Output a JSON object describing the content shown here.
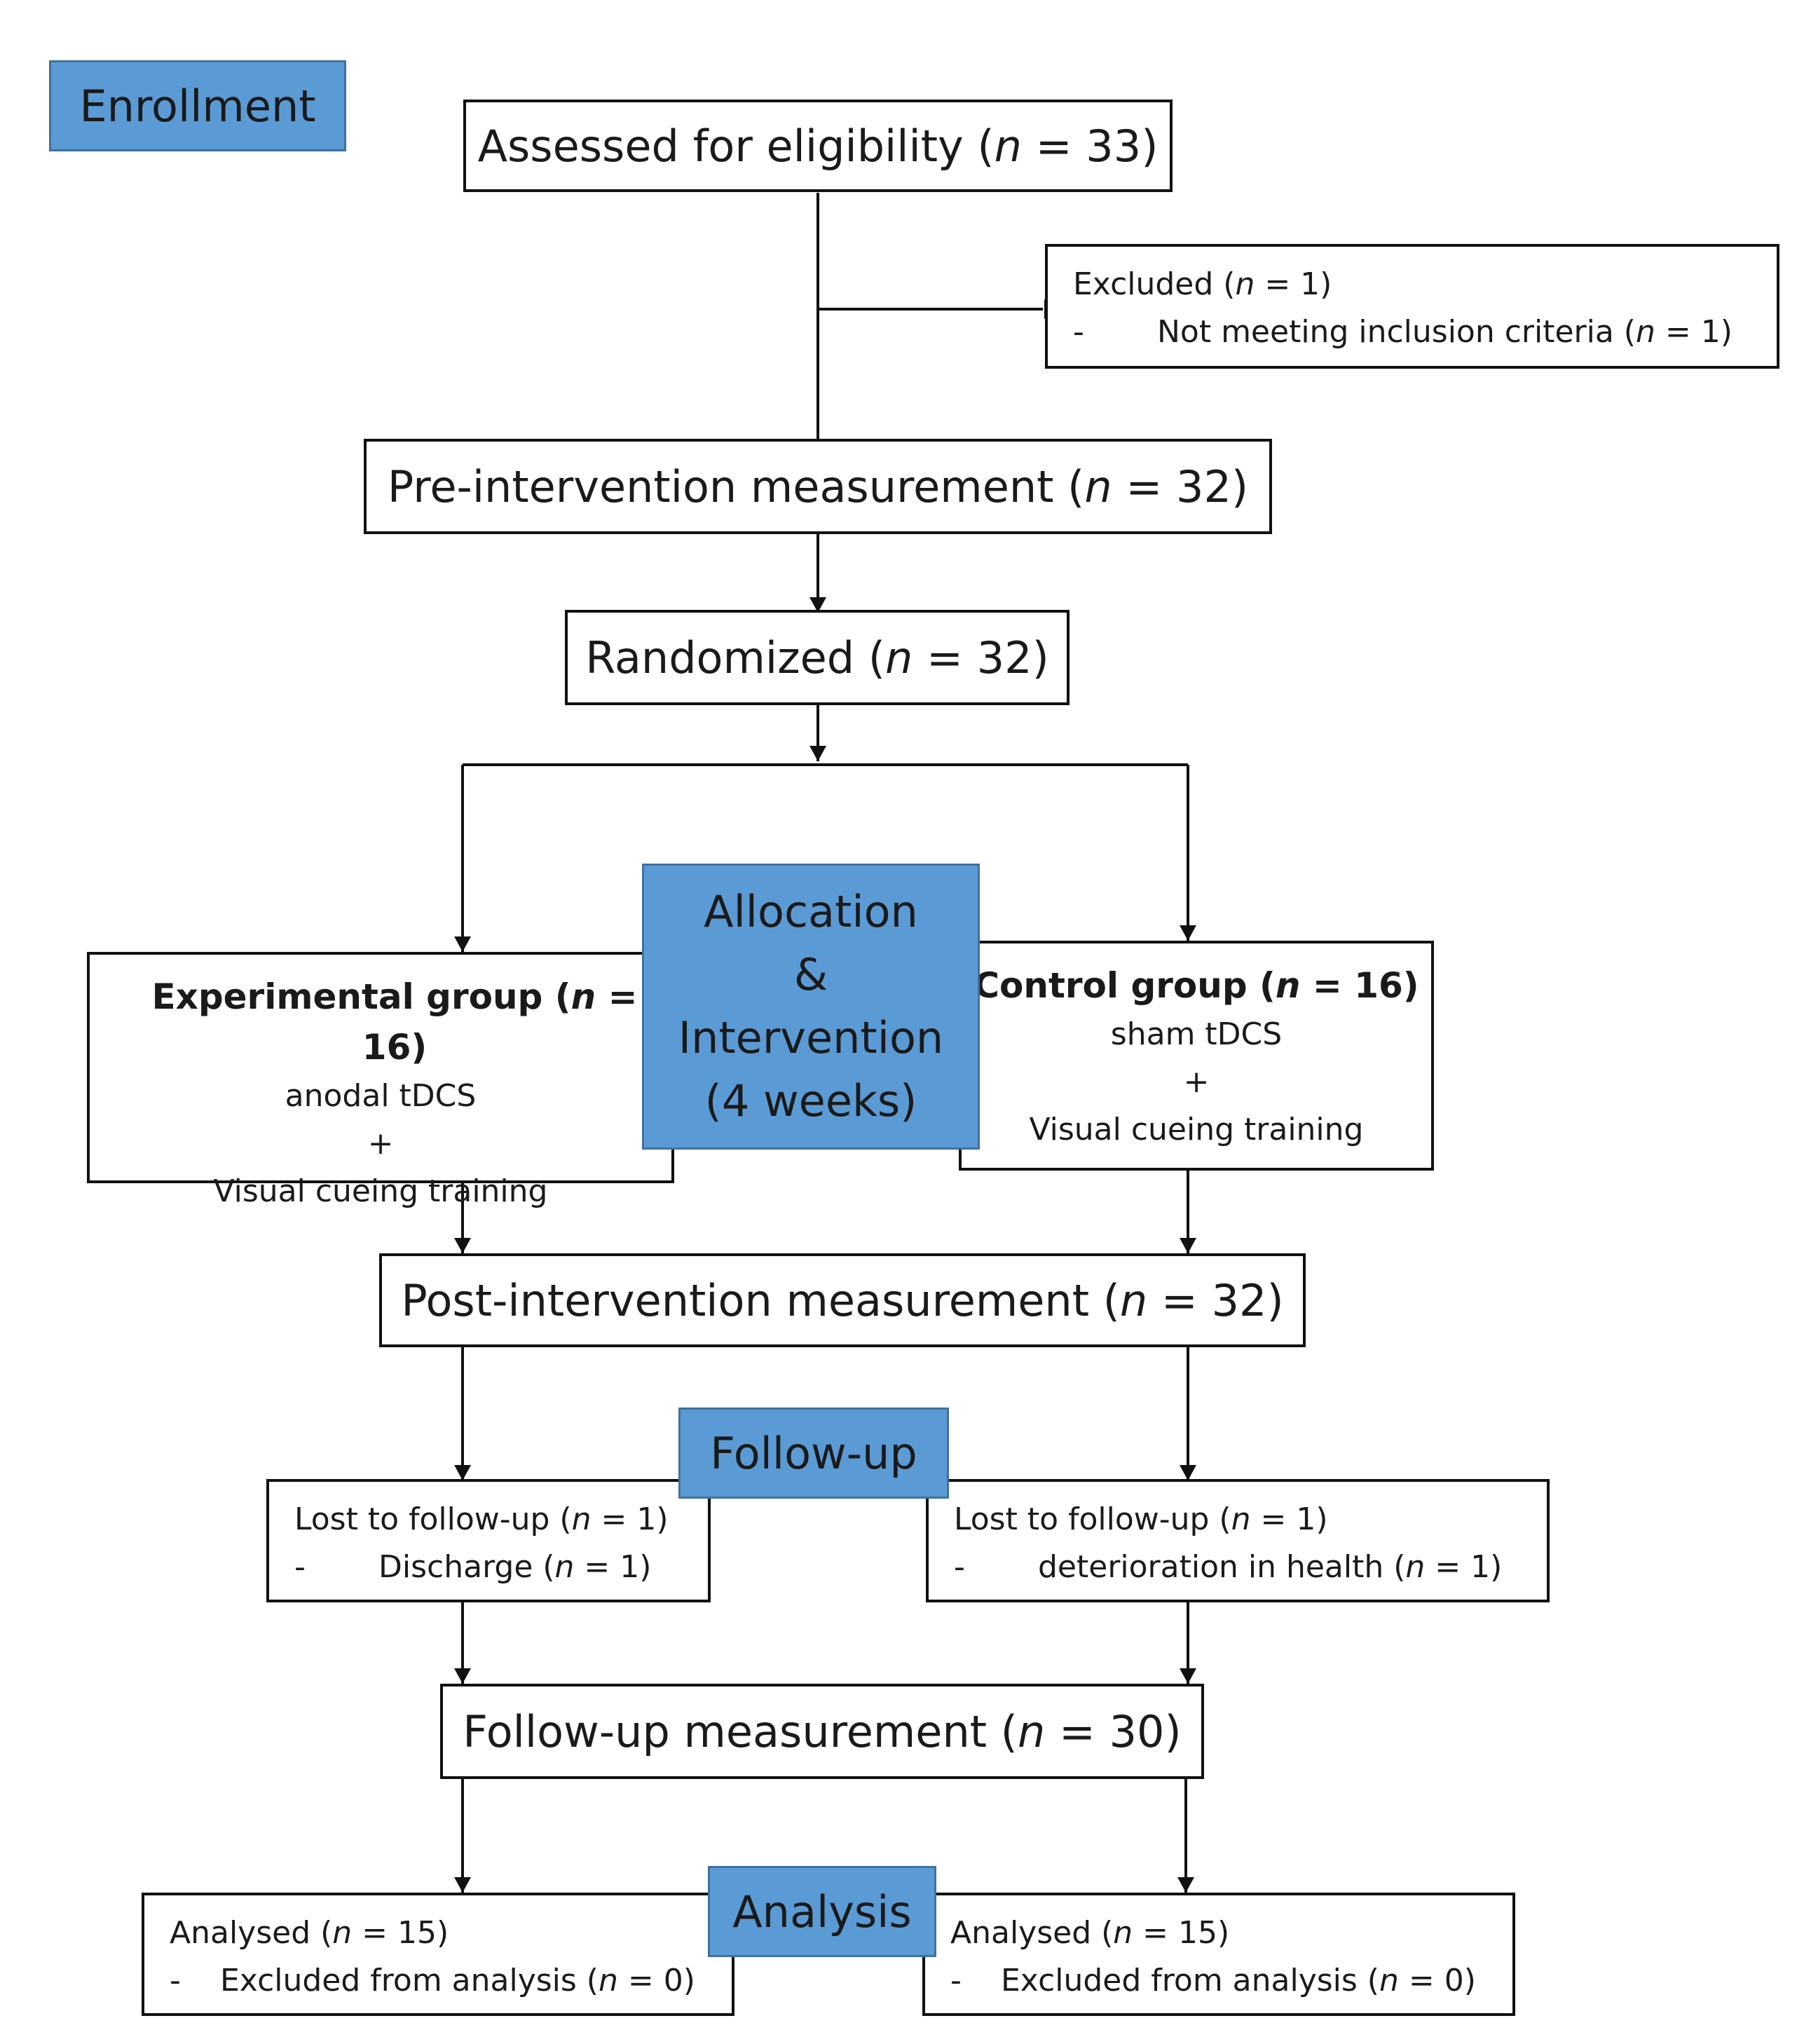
{
  "stages": {
    "enrollment": "Enrollment",
    "allocation_line1": "Allocation",
    "allocation_line2": "&",
    "allocation_line3": "Intervention",
    "allocation_line4": "(4 weeks)",
    "follow_up": "Follow-up",
    "analysis": "Analysis"
  },
  "assessed": {
    "label": "Assessed for eligibility (",
    "n": "n",
    "value": " = 33)"
  },
  "excluded": {
    "title": "Excluded (",
    "n": "n",
    "title_value": " = 1)",
    "dash": "-",
    "reason": "Not meeting inclusion criteria (",
    "reason_value": " = 1)"
  },
  "pre": {
    "label": "Pre-intervention measurement (",
    "n": "n",
    "value": " = 32)"
  },
  "randomized": {
    "label": "Randomized (",
    "n": "n",
    "value": " = 32)"
  },
  "experimental": {
    "title": "Experimental group (",
    "n": "n",
    "title_value": " = 16)",
    "line1": "anodal tDCS",
    "line2": "+",
    "line3": "Visual cueing training"
  },
  "control": {
    "title": "Control group (",
    "n": "n",
    "title_value": " = 16)",
    "line1": "sham tDCS",
    "line2": "+",
    "line3": "Visual cueing training"
  },
  "post": {
    "label": "Post-intervention measurement (",
    "n": "n",
    "value": " = 32)"
  },
  "lost_left": {
    "title": "Lost to follow-up (",
    "n": "n",
    "title_value": " = 1)",
    "dash": "-",
    "reason": "Discharge (",
    "reason_value": " = 1)"
  },
  "lost_right": {
    "title": "Lost to follow-up (",
    "n": "n",
    "title_value": " = 1)",
    "dash": "-",
    "reason": "deterioration in health (",
    "reason_value": " = 1)"
  },
  "followup_meas": {
    "label": "Follow-up measurement (",
    "n": "n",
    "value": " = 30)"
  },
  "analysed_left": {
    "title": "Analysed (",
    "n": "n",
    "title_value": " = 15)",
    "dash": "-",
    "reason": "Excluded from analysis (",
    "reason_value": " = 0)"
  },
  "analysed_right": {
    "title": "Analysed (",
    "n": "n",
    "title_value": " = 15)",
    "dash": "-",
    "reason": "Excluded from analysis (",
    "reason_value": " = 0)"
  }
}
